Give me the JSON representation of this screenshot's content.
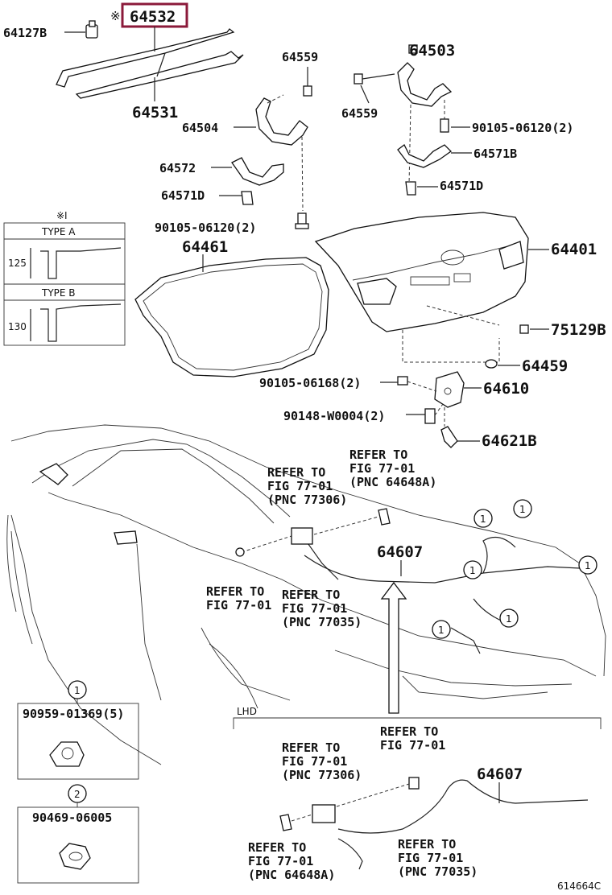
{
  "highlighted_part": "64532",
  "mark_symbol": "※",
  "note_mark": "※I",
  "parts": {
    "p64127B": "64127B",
    "p64532": "64532",
    "p64531": "64531",
    "p64559a": "64559",
    "p64559b": "64559",
    "p64503": "64503",
    "p64504": "64504",
    "p90105_06120a": "90105-06120(2)",
    "p90105_06120b": "90105-06120(2)",
    "p64572": "64572",
    "p64571B": "64571B",
    "p64571D_a": "64571D",
    "p64571D_b": "64571D",
    "p64461": "64461",
    "p64401": "64401",
    "p75129B": "75129B",
    "p64459": "64459",
    "p90105_06168": "90105-06168(2)",
    "p64610": "64610",
    "p90148_W0004": "90148-W0004(2)",
    "p64621B": "64621B",
    "p64607a": "64607",
    "p64607b": "64607"
  },
  "type_box": {
    "type_a": "TYPE A",
    "type_b": "TYPE B",
    "dim_a": "125",
    "dim_b": "130"
  },
  "refs": {
    "r1": [
      "REFER TO",
      "FIG 77-01",
      "(PNC 64648A)"
    ],
    "r2": [
      "REFER TO",
      "FIG 77-01",
      "(PNC 77306)"
    ],
    "r3": [
      "REFER TO",
      "FIG 77-01"
    ],
    "r4": [
      "REFER TO",
      "FIG 77-01",
      "(PNC 77035)"
    ],
    "r5": [
      "REFER TO",
      "FIG 77-01",
      "(PNC 77306)"
    ],
    "r6": [
      "REFER TO",
      "FIG 77-01"
    ],
    "r7": [
      "REFER TO",
      "FIG 77-01",
      "(PNC 64648A)"
    ],
    "r8": [
      "REFER TO",
      "FIG 77-01",
      "(PNC 77035)"
    ]
  },
  "legend": {
    "item1_mark": "1",
    "item1_part": "90959-01369(5)",
    "item2_mark": "2",
    "item2_part": "90469-06005"
  },
  "callout_marks": [
    "1",
    "1",
    "1",
    "1",
    "2",
    "1",
    "1"
  ],
  "lhd_label": "LHD",
  "figure_id": "614664C",
  "colors": {
    "highlight": "#8b1a3a",
    "line": "#222222"
  }
}
